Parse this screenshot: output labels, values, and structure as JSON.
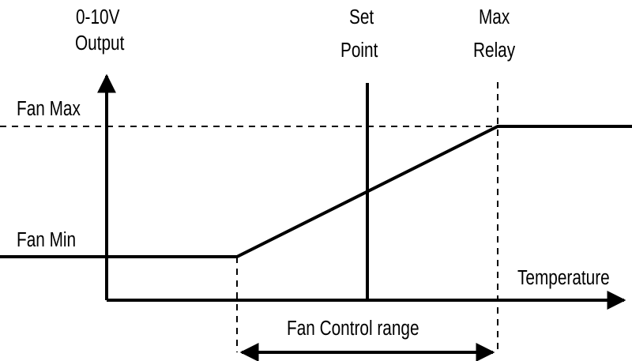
{
  "diagram": {
    "y_axis_label_line1": "0-10V",
    "y_axis_label_line2": "Output",
    "x_axis_label": "Temperature",
    "fan_max_label": "Fan Max",
    "fan_min_label": "Fan Min",
    "set_point_label_line1": "Set",
    "set_point_label_line2": "Point",
    "max_relay_label_line1": "Max",
    "max_relay_label_line2": "Relay",
    "range_label": "Fan Control range",
    "line_color": "#000000",
    "background": "#ffffff"
  }
}
